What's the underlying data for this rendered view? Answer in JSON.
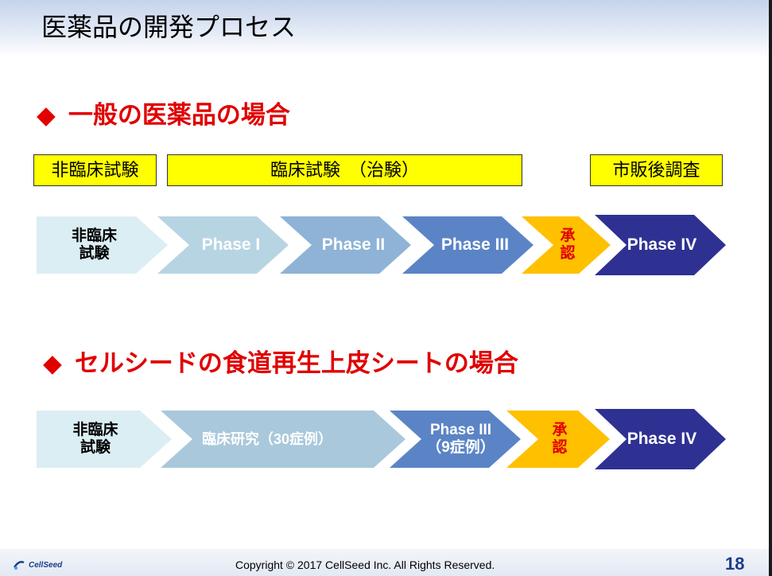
{
  "header": {
    "title": "医薬品の開発プロセス"
  },
  "section1": {
    "heading": "一般の医薬品の場合",
    "stage_boxes": [
      "非臨床試験",
      "臨床試験　（治験）",
      "市販後調査"
    ],
    "chevrons": [
      {
        "label": "非臨床\n試験",
        "fill": "#dbeef3",
        "text_color": "#000000"
      },
      {
        "label": "Phase I",
        "fill": "#b7d4e3",
        "text_color": "#ffffff"
      },
      {
        "label": "Phase II",
        "fill": "#8eb3d7",
        "text_color": "#ffffff"
      },
      {
        "label": "Phase III",
        "fill": "#5b84c6",
        "text_color": "#ffffff"
      },
      {
        "label": "承\n認",
        "fill": "#ffc000",
        "text_color": "#e00000"
      },
      {
        "label": "Phase IV",
        "fill": "#2e3192",
        "text_color": "#ffffff"
      }
    ]
  },
  "section2": {
    "heading": "セルシードの食道再生上皮シートの場合",
    "chevrons": [
      {
        "label": "非臨床\n試験",
        "fill": "#dbeef3",
        "text_color": "#000000"
      },
      {
        "label": "臨床研究（30症例）",
        "fill": "#a9c8db",
        "text_color": "#ffffff"
      },
      {
        "label": "Phase III\n（9症例）",
        "fill": "#5b84c6",
        "text_color": "#ffffff"
      },
      {
        "label": "承\n認",
        "fill": "#ffc000",
        "text_color": "#e00000"
      },
      {
        "label": "Phase IV",
        "fill": "#2e3192",
        "text_color": "#ffffff"
      }
    ]
  },
  "footer": {
    "logo_text": "CellSeed",
    "copyright": "Copyright © 2017 CellSeed Inc. All Rights Reserved.",
    "page_number": "18"
  },
  "colors": {
    "heading_red": "#e00000",
    "stage_box_yellow": "#ffff00",
    "brand_blue": "#1c3c8c"
  }
}
